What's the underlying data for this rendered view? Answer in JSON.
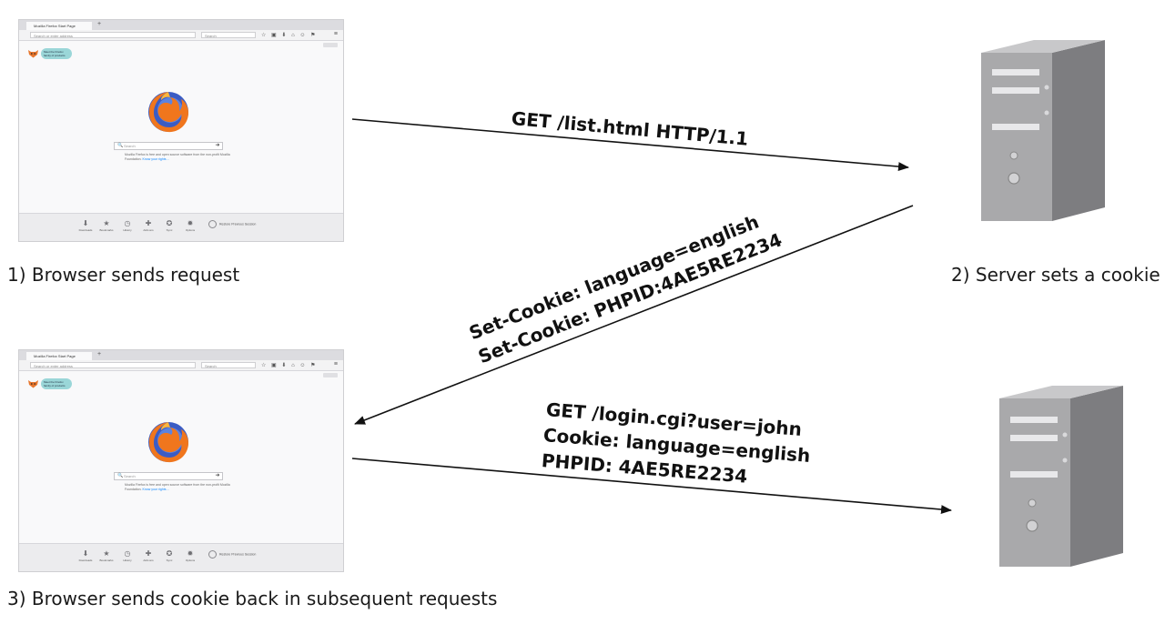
{
  "captions": {
    "step1": "1) Browser sends request",
    "step2": "2) Server sets a cookie",
    "step3": "3) Browser sends cookie back in subsequent requests"
  },
  "messages": {
    "request1": "GET /list.html HTTP/1.1",
    "response_line1": "Set-Cookie: language=english",
    "response_line2": "Set-Cookie: PHPID:4AE5RE2234",
    "request2_line1": "GET /login.cgi?user=john",
    "request2_line2": "Cookie: language=english",
    "request2_line3": "PHPID: 4AE5RE2234"
  },
  "browser": {
    "tab_title": "Mozilla Firefox Start Page",
    "new_tab": "+",
    "url_placeholder": "Search or enter address",
    "search_placeholder": "Search",
    "snippet_text": "Meet the Firefox family of products",
    "page_search_placeholder": "Search",
    "about_text": "Mozilla Firefox is free and open source software from the non-profit Mozilla Foundation.",
    "about_link": "Know your rights…",
    "footer_items": [
      {
        "label": "Downloads",
        "icon": "download-icon",
        "glyph": "⬇"
      },
      {
        "label": "Bookmarks",
        "icon": "star-icon",
        "glyph": "★"
      },
      {
        "label": "History",
        "icon": "clock-icon",
        "glyph": "◷"
      },
      {
        "label": "Add-ons",
        "icon": "puzzle-icon",
        "glyph": "✚"
      },
      {
        "label": "Sync",
        "icon": "sync-icon",
        "glyph": "✪"
      },
      {
        "label": "Options",
        "icon": "gear-icon",
        "glyph": "✹"
      }
    ],
    "restore_label": "Restore Previous Session"
  },
  "colors": {
    "arrow": "#111111",
    "server_front": "#a9a9ab",
    "server_side": "#7d7d80",
    "server_top": "#c8c8ca",
    "bay": "#e8e8ea",
    "firefox_orange": "#f0761d",
    "firefox_blue": "#3b5cc4"
  }
}
